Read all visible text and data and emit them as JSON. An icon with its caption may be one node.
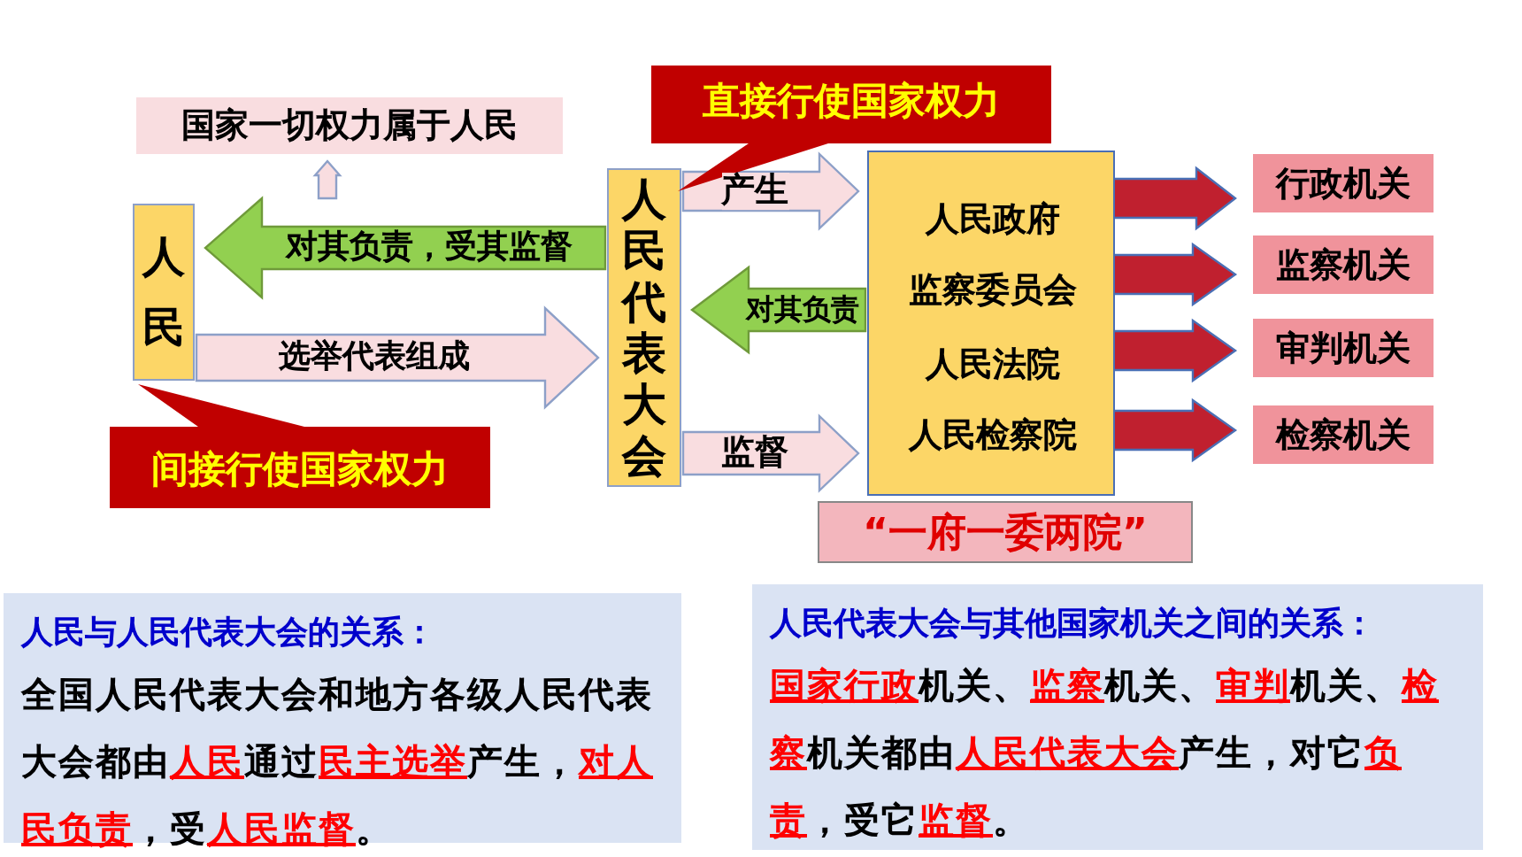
{
  "diagram": {
    "nodes": [
      {
        "text": [
          "国家一切权力属于人民"
        ]
      },
      {
        "text": [
          "人民"
        ]
      },
      {
        "text": [
          "人民代表大会"
        ]
      },
      {
        "text": [],
        "shape": "box"
      },
      {
        "text": [
          "人民政府"
        ],
        "in": 3
      },
      {
        "text": [
          "监察委员会"
        ],
        "in": 3
      },
      {
        "text": [
          "人民法院"
        ],
        "in": 3
      },
      {
        "text": [
          "人民检察院"
        ],
        "in": 3
      },
      {
        "text": [
          "行政机关"
        ]
      },
      {
        "text": [
          "监察机关"
        ]
      },
      {
        "text": [
          "审判机关"
        ]
      },
      {
        "text": [
          "检察机关"
        ]
      },
      {
        "text": [
          "“一府一委两院”"
        ]
      },
      {
        "text": [
          "直接行使国家权力"
        ]
      },
      {
        "text": [
          "间接行使国家权力"
        ]
      },
      {
        "text": [
          "人民与人民代表大会的关系：",
          "全国人民代表大会和地方各级人民代表大会都由**人民**通过**民主选举**产生，**对人民负责**，受**人民监督**。"
        ]
      },
      {
        "text": [
          "人民代表大会与其他国家机关之间的关系：",
          "**国家行政**机关、**监察**机关、**审判**机关、**检察**机关都由**人民代表大会**产生，对它**负责**，受它**监督**。"
        ]
      }
    ],
    "edges": [
      {
        "from": 2,
        "to": 1,
        "arrow": "to",
        "label": "对其负责，受其监督",
        "color": "#92d050"
      },
      {
        "from": 1,
        "to": 2,
        "arrow": "to",
        "label": "选举代表组成",
        "color": "#f9dde0"
      },
      {
        "from": null,
        "to": 0,
        "arrow": "to",
        "color": "#f9dde0"
      },
      {
        "from": 2,
        "to": 3,
        "arrow": "to",
        "label": "产生",
        "color": "#f9dde0"
      },
      {
        "from": 3,
        "to": 2,
        "arrow": "to",
        "label": "对其负责",
        "color": "#92d050"
      },
      {
        "from": 2,
        "to": 3,
        "arrow": "to",
        "label": "监督",
        "color": "#f9dde0"
      },
      {
        "from": 4,
        "to": 8,
        "arrow": "to"
      },
      {
        "from": 5,
        "to": 9,
        "arrow": "to"
      },
      {
        "from": 6,
        "to": 10,
        "arrow": "to"
      },
      {
        "from": 7,
        "to": 11,
        "arrow": "to"
      }
    ]
  }
}
